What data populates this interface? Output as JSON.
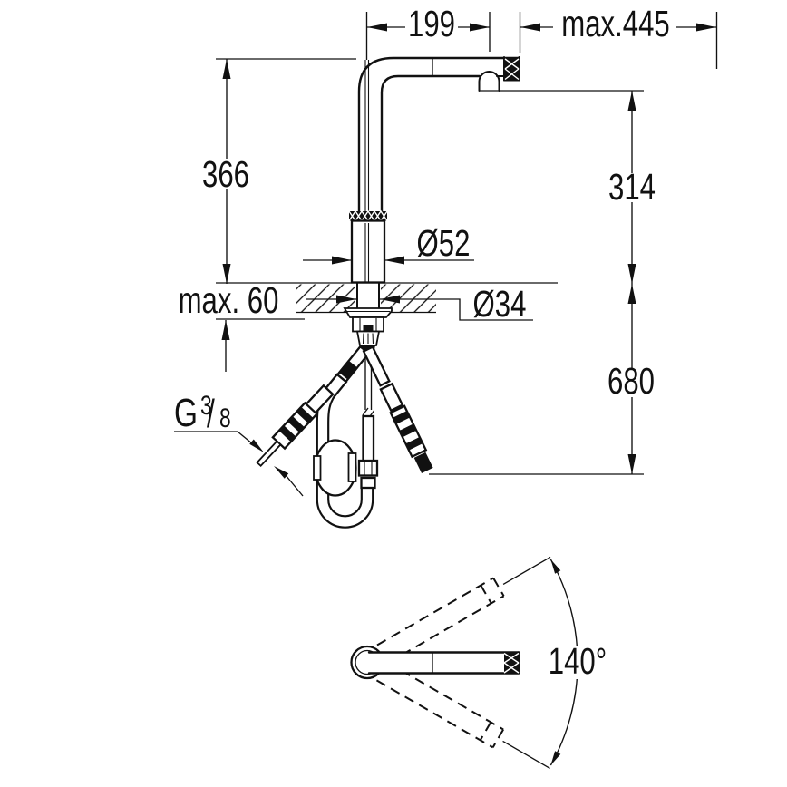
{
  "colors": {
    "line": "#111111",
    "background": "#ffffff"
  },
  "side_view": {
    "dimensions": {
      "spout_reach": "199",
      "pullout_extension": "max.445",
      "height_to_spout_top": "366",
      "clearance_above_deck": "314",
      "body_diameter": "Ø52",
      "deck_thickness": "max. 60",
      "hole_diameter": "Ø34",
      "hose_length_below_deck": "680",
      "thread": {
        "prefix": "G",
        "numerator": "3",
        "separator": "/",
        "denominator": "8"
      }
    }
  },
  "top_view": {
    "swivel_angle": "140°"
  }
}
